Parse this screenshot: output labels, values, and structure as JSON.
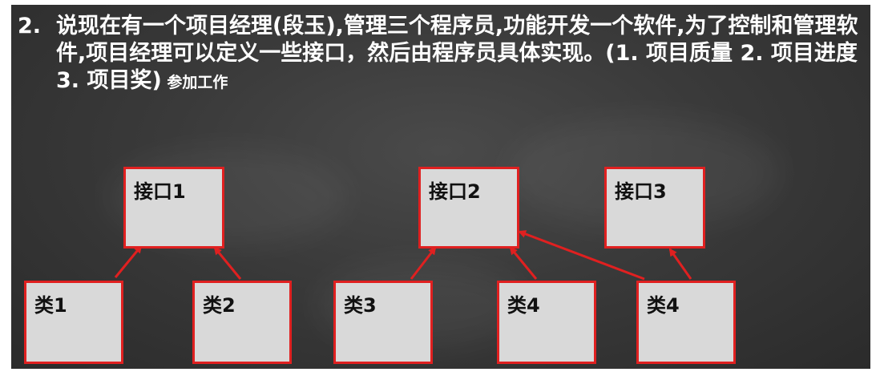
{
  "heading": {
    "number": "2.",
    "text": "说现在有一个项目经理(段玉),管理三个程序员,功能开发一个软件,为了控制和管理软件,项目经理可以定义一些接口，然后由程序员具体实现。(1. 项目质量 2. 项目进度 3. 项目奖)",
    "tail": " 参加工作"
  },
  "diagram": {
    "interfaces": [
      {
        "label": "接口1"
      },
      {
        "label": "接口2"
      },
      {
        "label": "接口3"
      }
    ],
    "classes": [
      {
        "label": "类1"
      },
      {
        "label": "类2"
      },
      {
        "label": "类3"
      },
      {
        "label": "类4"
      },
      {
        "label": "类4"
      }
    ],
    "colors": {
      "box_fill": "#d9d9d9",
      "box_border": "#e02020",
      "arrow": "#e02020",
      "background": "#3a3a3a"
    }
  }
}
